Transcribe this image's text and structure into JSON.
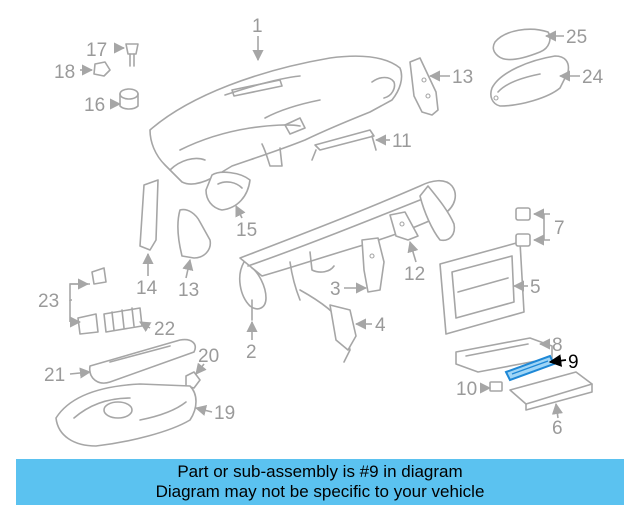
{
  "diagram": {
    "highlighted_part": "9",
    "highlight_color": "#1e88d6",
    "line_color": "#a6a6a6",
    "labels": [
      "1",
      "2",
      "3",
      "4",
      "5",
      "6",
      "7",
      "8",
      "9",
      "10",
      "11",
      "12",
      "13",
      "13",
      "14",
      "15",
      "16",
      "17",
      "18",
      "19",
      "20",
      "21",
      "22",
      "23",
      "24",
      "25"
    ]
  },
  "banner": {
    "line1": "Part or sub-assembly is #9 in diagram",
    "line2": "Diagram may not be specific to your vehicle",
    "background": "#5bc2f0"
  }
}
